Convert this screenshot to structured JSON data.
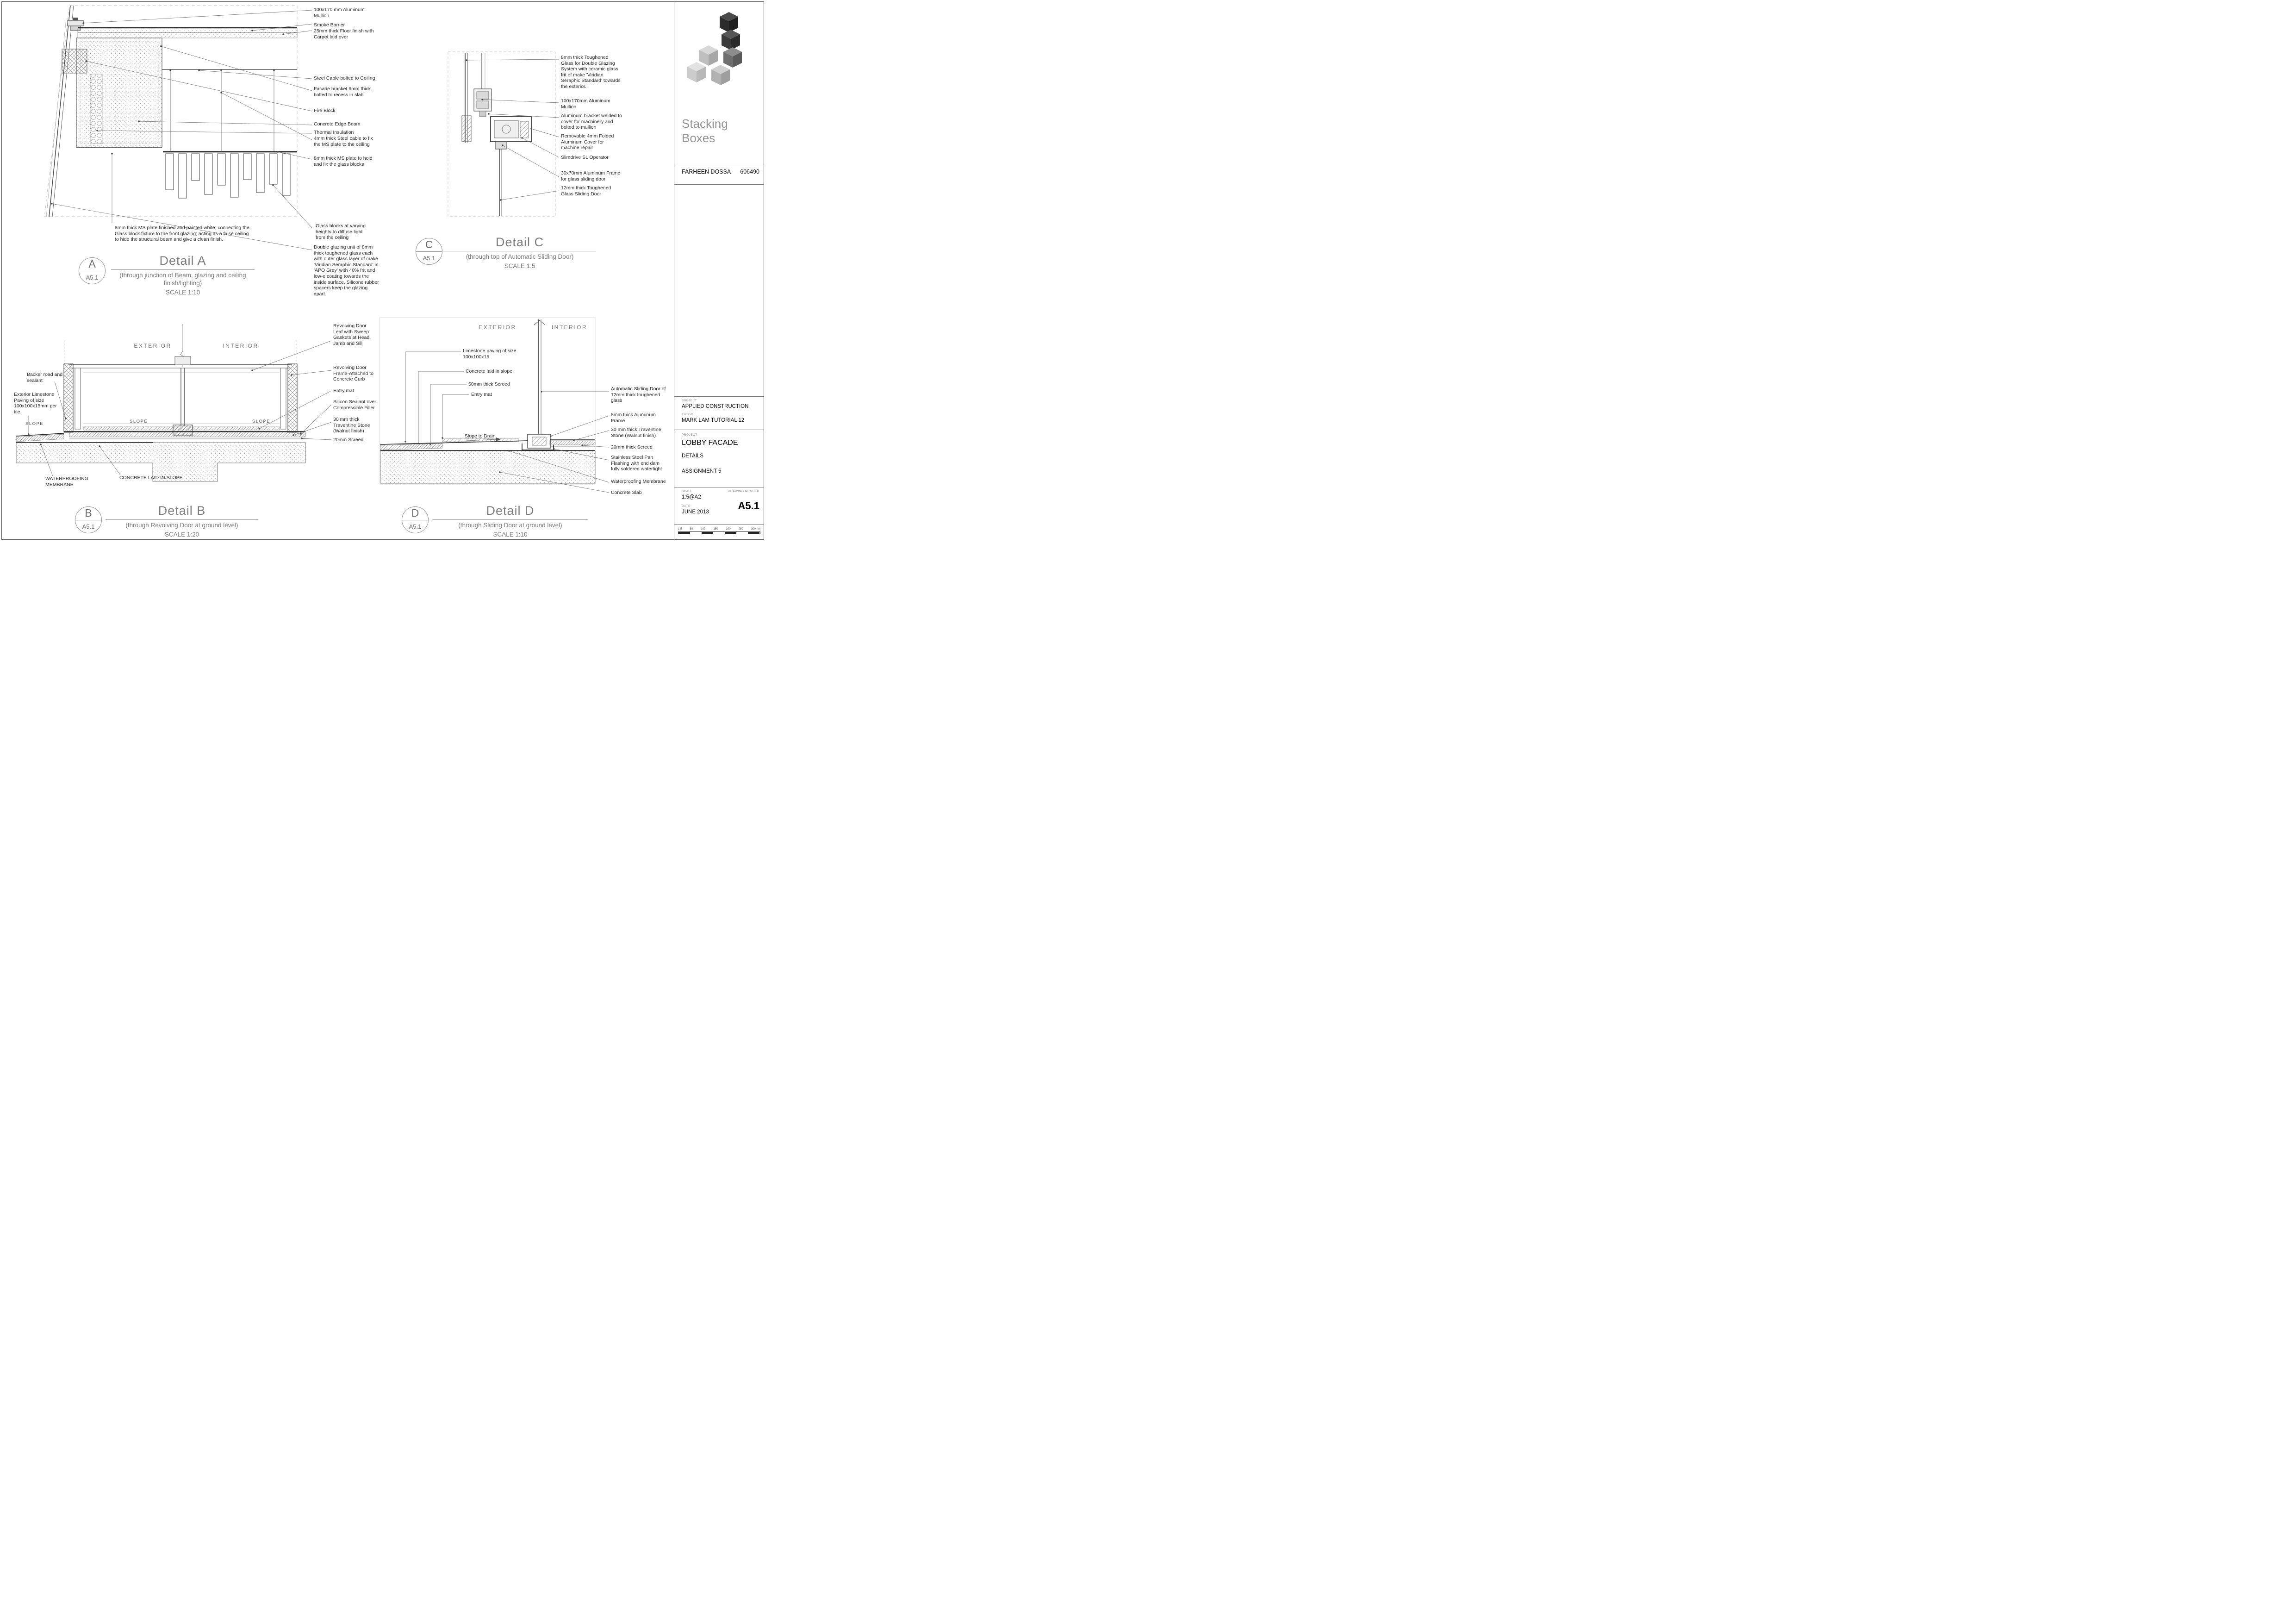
{
  "sheet": {
    "zone_labels": {
      "exterior": "EXTERIOR",
      "interior": "INTERIOR",
      "slope": "SLOPE"
    }
  },
  "details": {
    "a": {
      "marker": {
        "letter": "A",
        "sheet": "A5.1"
      },
      "title": "Detail A",
      "subtitle": "(through junction of Beam, glazing and ceiling finish/lighting)",
      "scale": "SCALE 1:10",
      "annotations": [
        "100x170 mm Aluminum Mullion",
        "Smoke Barrier",
        "25mm thick Floor finish with Carpet laid over",
        "Steel Cable bolted to Ceiling",
        "Facade bracket 6mm thick bolted to recess in slab",
        "Fire Block",
        "Concrete Edge Beam",
        "Thermal Insulation",
        "4mm thick Steel cable to fix the MS plate to the ceiling",
        "8mm thick MS plate to hold and fix the glass blocks",
        "Glass blocks at varying heights to diffuse light from the ceiling",
        "Double glazing unit of 8mm thick toughened glass each with outer glass layer of make 'Viridian Seraphic Standard' in 'APO Grey' with 40% frit and low-e coating towards the inside surface. Silicone rubber spacers keep the glazing apart.",
        "8mm thick MS plate finished and painted white; connecting the Glass block fixture to the front glazing; acting as a false ceiling to hide the structural beam and give a clean finish."
      ]
    },
    "c": {
      "marker": {
        "letter": "C",
        "sheet": "A5.1"
      },
      "title": "Detail C",
      "subtitle": "(through top of Automatic Sliding Door)",
      "scale": "SCALE 1:5",
      "annotations": [
        "8mm thick Toughened Glass for Double Glazing System with ceramic glass frit of make 'Viridian Seraphic Standard' towards the exterior.",
        "100x170mm Aluminum Mullion",
        "Aluminum bracket welded to cover for machinery and bolted to mullion",
        "Removable 4mm Folded Aluminum Cover for machine repair",
        "Slimdrive SL Operator",
        "30x70mm Aluminum Frame for glass sliding door",
        "12mm thick Toughened Glass Sliding Door"
      ]
    },
    "b": {
      "marker": {
        "letter": "B",
        "sheet": "A5.1"
      },
      "title": "Detail B",
      "subtitle": "(through Revolving Door at ground level)",
      "scale": "SCALE 1:20",
      "annotations": [
        "Backer road and sealant",
        "Exterior Limestone Paving of size 100x100x15mm per tile",
        "Revolving Door Leaf with Sweep Gaskets at Head, Jamb and Sill",
        "Revolving Door Frame-Attached to Concrete Curb",
        "Entry mat",
        "Silicon Sealant over Compressible Filler",
        "30 mm thick Traventine Stone (Walnut finish)",
        "20mm Screed",
        "WATERPROOFING MEMBRANE",
        "CONCRETE LAID IN SLOPE"
      ]
    },
    "d": {
      "marker": {
        "letter": "D",
        "sheet": "A5.1"
      },
      "title": "Detail D",
      "subtitle": "(through Sliding Door at ground level)",
      "scale": "SCALE 1:10",
      "annotations": [
        "Limestone paving of size 100x100x15",
        "Concrete laid in slope",
        "50mm thick Screed",
        "Entry mat",
        "Slope to Drain",
        "Automatic Sliding Door of 12mm thick toughened glass",
        "8mm thick Aluminum Frame",
        "30 mm thick Traventine Stone (Walnut finish)",
        "20mm thick Screed",
        "Stainless Steel Pan Flashing with end dam fully soldered watertight",
        "Waterproofing Membrane",
        "Concrete Slab"
      ]
    }
  },
  "titleblock": {
    "brand": "Stacking Boxes",
    "author": "FARHEEN DOSSA",
    "student_id": "606490",
    "subject_label": "SUBJECT",
    "subject": "APPLIED CONSTRUCTION",
    "tutor_label": "TUTOR",
    "tutor": "MARK LAM TUTORIAL 12",
    "project_label": "PROJECT",
    "project": "LOBBY FACADE",
    "project_sub": "DETAILS",
    "assignment": "ASSIGNMENT 5",
    "scale_label": "SCALE",
    "scale": "1:5@A2",
    "drawing_number_label": "DRAWING NUMBER",
    "drawing_number": "A5.1",
    "date_label": "DATE",
    "date": "JUNE 2013",
    "scalebar": [
      "1:5",
      "50",
      "100",
      "150",
      "200",
      "250",
      "300mm"
    ]
  }
}
